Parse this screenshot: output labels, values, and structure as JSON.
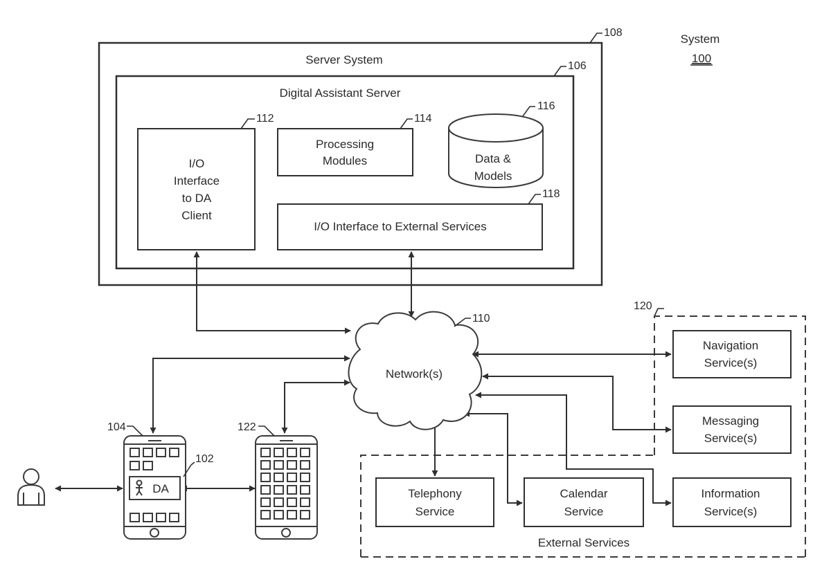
{
  "system": {
    "label": "System",
    "ref": "100"
  },
  "server_system": {
    "label": "Server System",
    "ref": "108"
  },
  "da_server": {
    "label": "Digital Assistant Server",
    "ref": "106"
  },
  "io_client": {
    "lines": [
      "I/O",
      "Interface",
      "to DA",
      "Client"
    ],
    "ref": "112"
  },
  "processing": {
    "lines": [
      "Processing",
      "Modules"
    ],
    "ref": "114"
  },
  "data_models": {
    "lines": [
      "Data &",
      "Models"
    ],
    "ref": "116"
  },
  "io_external": {
    "label": "I/O Interface to External Services",
    "ref": "118"
  },
  "network": {
    "label": "Network(s)",
    "ref": "110"
  },
  "external_services": {
    "label": "External Services",
    "ref": "120",
    "services": [
      {
        "lines": [
          "Navigation",
          "Service(s)"
        ]
      },
      {
        "lines": [
          "Messaging",
          "Service(s)"
        ]
      },
      {
        "lines": [
          "Telephony",
          "Service"
        ]
      },
      {
        "lines": [
          "Calendar",
          "Service"
        ]
      },
      {
        "lines": [
          "Information",
          "Service(s)"
        ]
      }
    ]
  },
  "user_device": {
    "ref": "104"
  },
  "da_client": {
    "label": "DA",
    "ref": "102"
  },
  "second_device": {
    "ref": "122"
  }
}
